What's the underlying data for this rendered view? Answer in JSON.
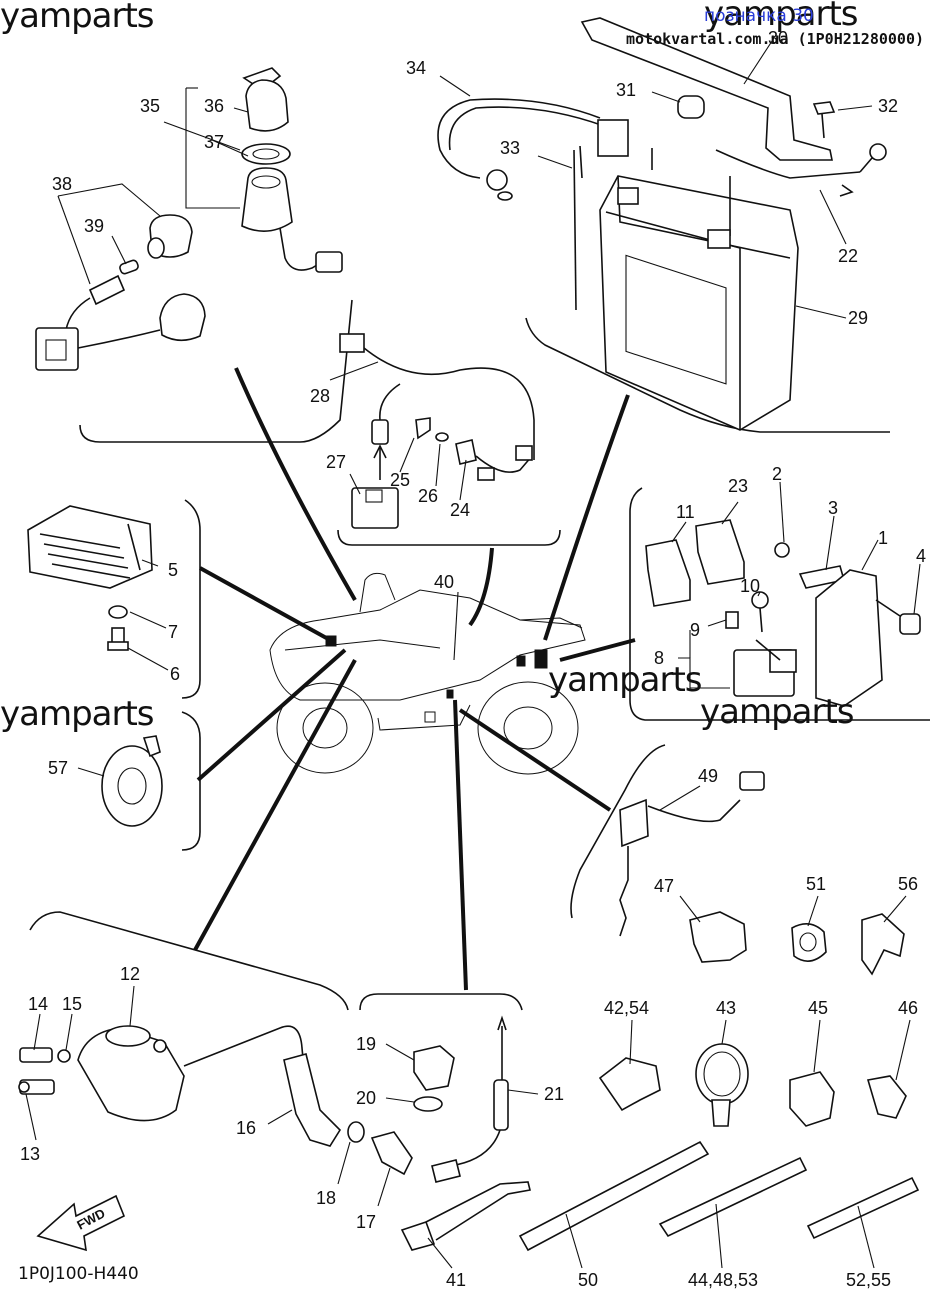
{
  "header": {
    "brand_text": "позначка 30",
    "url_text": "motokvartal.com.ua (1P0H21280000)"
  },
  "watermarks": [
    "yamparts",
    "yamparts",
    "yamparts",
    "yamparts",
    "yamparts"
  ],
  "footer": {
    "diagram_code": "1P0J100-H440",
    "fwd_label": "FWD"
  },
  "callouts": {
    "c1": "1",
    "c2": "2",
    "c3": "3",
    "c4": "4",
    "c5": "5",
    "c6": "6",
    "c7": "7",
    "c8": "8",
    "c9": "9",
    "c10": "10",
    "c11": "11",
    "c12": "12",
    "c13": "13",
    "c14": "14",
    "c15": "15",
    "c16": "16",
    "c17": "17",
    "c18": "18",
    "c19": "19",
    "c20": "20",
    "c21": "21",
    "c22": "22",
    "c23": "23",
    "c24": "24",
    "c25": "25",
    "c26": "26",
    "c27": "27",
    "c28": "28",
    "c29": "29",
    "c30": "30",
    "c31": "31",
    "c32": "32",
    "c33": "33",
    "c34": "34",
    "c35": "35",
    "c36": "36",
    "c37": "37",
    "c38": "38",
    "c39": "39",
    "c40": "40",
    "c41": "41",
    "c42_54": "42,54",
    "c43": "43",
    "c44_48_53": "44,48,53",
    "c45": "45",
    "c46": "46",
    "c47": "47",
    "c49": "49",
    "c50": "50",
    "c51": "51",
    "c52_55": "52,55",
    "c56": "56",
    "c57": "57"
  }
}
